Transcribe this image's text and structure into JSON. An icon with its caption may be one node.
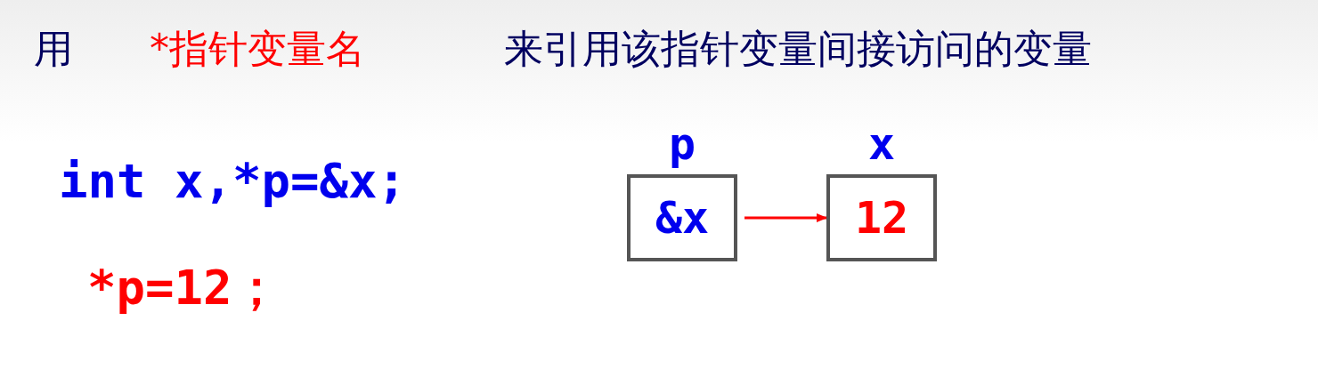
{
  "diagram": {
    "nodes": [
      {
        "text": [
          "&x"
        ],
        "beside": [
          "p"
        ]
      },
      {
        "text": [
          "12"
        ],
        "beside": [
          "x"
        ]
      }
    ],
    "edges": [
      {
        "from": 0,
        "to": 1,
        "arrow": "to"
      }
    ],
    "labels": [
      "用",
      "*指针变量名",
      "来引用该指针变量间接访问的变量",
      "int x,*p=&x;",
      "*p=12；"
    ]
  }
}
